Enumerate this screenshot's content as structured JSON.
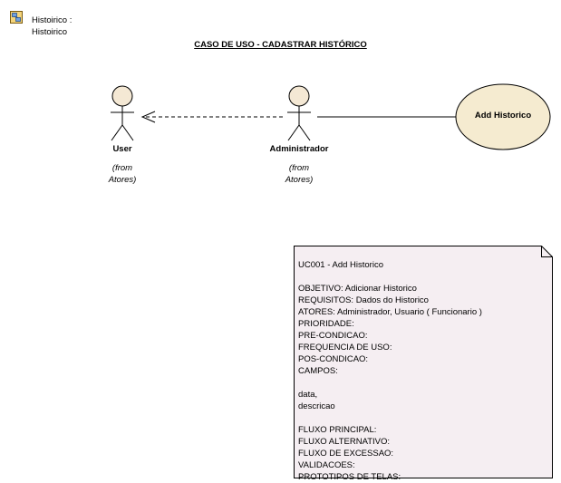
{
  "package": {
    "line1": "Histoirico :",
    "line2": "Histoirico"
  },
  "title": "CASO DE USO - CADASTRAR HISTÓRICO",
  "actors": [
    {
      "name": "User",
      "from_line1": "(from",
      "from_line2": "Atores)"
    },
    {
      "name": "Administrador",
      "from_line1": "(from",
      "from_line2": "Atores)"
    }
  ],
  "use_case": {
    "label": "Add Historico"
  },
  "note": {
    "lines": [
      "UC001 - Add Historico",
      "",
      "OBJETIVO: Adicionar Historico",
      "REQUISITOS: Dados do Historico",
      "ATORES: Administrador, Usuario ( Funcionario )",
      "PRIORIDADE:",
      "PRE-CONDICAO:",
      "FREQUENCIA DE USO:",
      "POS-CONDICAO:",
      "CAMPOS:",
      "",
      "data,",
      "descricao",
      "",
      "FLUXO PRINCIPAL:",
      "FLUXO ALTERNATIVO:",
      "FLUXO DE EXCESSAO:",
      "VALIDACOES:",
      "PROTOTIPOS DE TELAS:"
    ]
  },
  "colors": {
    "actor_fill": "#f4e8d4",
    "usecase_fill": "#f5ebd0",
    "note_fill": "#f5eef2",
    "stroke": "#000000"
  }
}
